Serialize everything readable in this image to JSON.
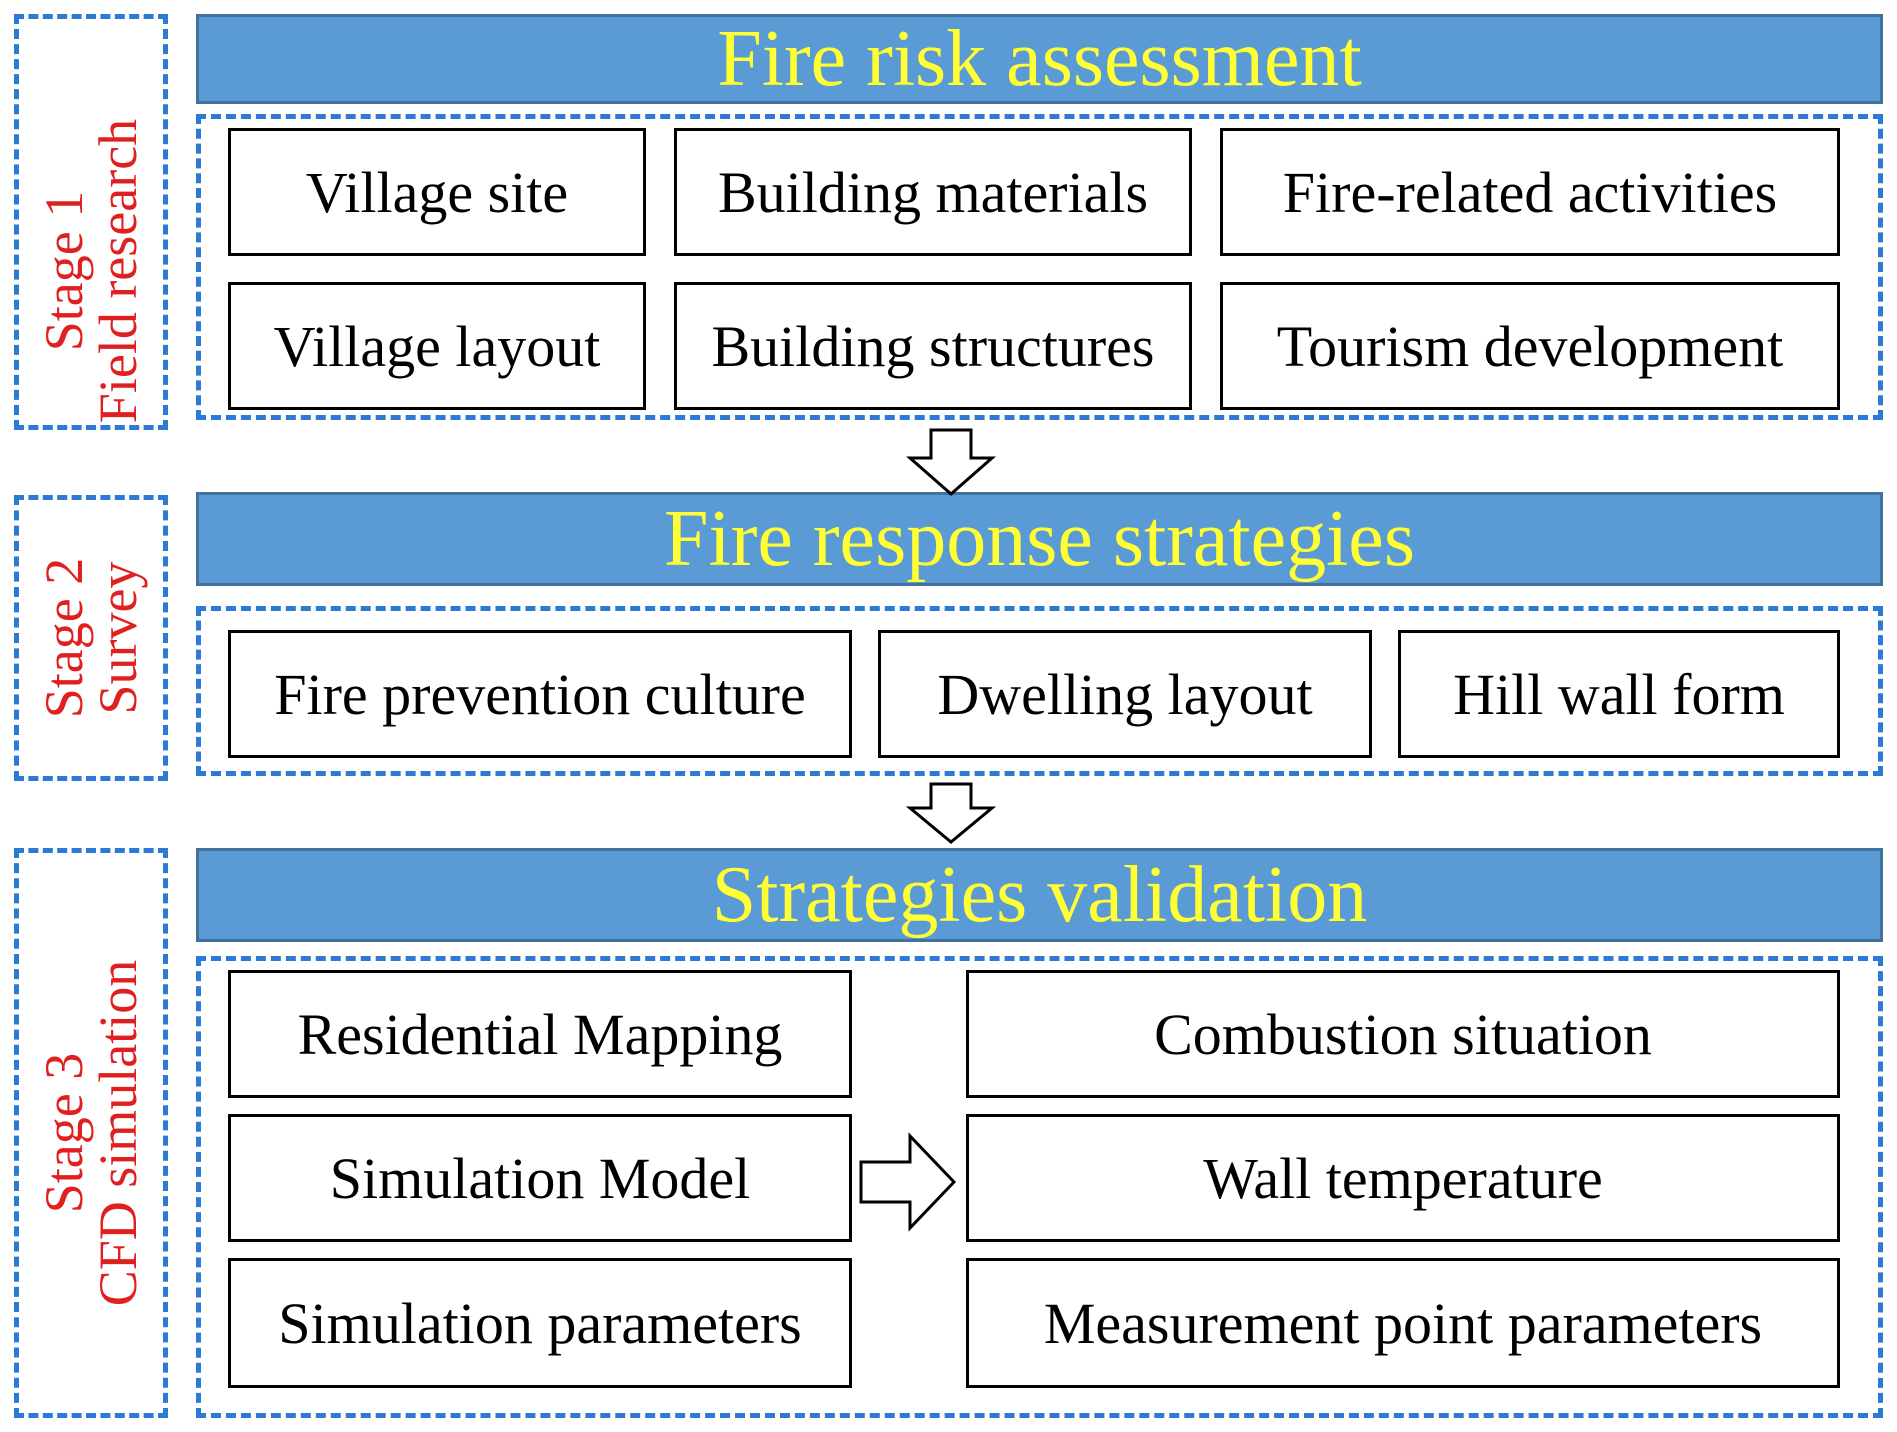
{
  "stages": [
    {
      "line1": "Stage 1",
      "line2": "Field research"
    },
    {
      "line1": "Stage 2",
      "line2": "Survey"
    },
    {
      "line1": "Stage 3",
      "line2": "CFD simulation"
    }
  ],
  "banners": [
    "Fire risk assessment",
    "Fire response strategies",
    "Strategies validation"
  ],
  "stage1_items": [
    "Village site",
    "Building materials",
    "Fire-related activities",
    "Village layout",
    "Building structures",
    "Tourism development"
  ],
  "stage2_items": [
    "Fire prevention culture",
    "Dwelling layout",
    "Hill wall form"
  ],
  "stage3_left": [
    "Residential Mapping",
    "Simulation Model",
    "Simulation parameters"
  ],
  "stage3_right": [
    "Combustion situation",
    "Wall temperature",
    "Measurement point parameters"
  ],
  "colors": {
    "banner_fill": "#5b9bd5",
    "banner_text": "#ffff33",
    "stage_text": "#e02020",
    "dashed_border": "#2b7bd6"
  }
}
